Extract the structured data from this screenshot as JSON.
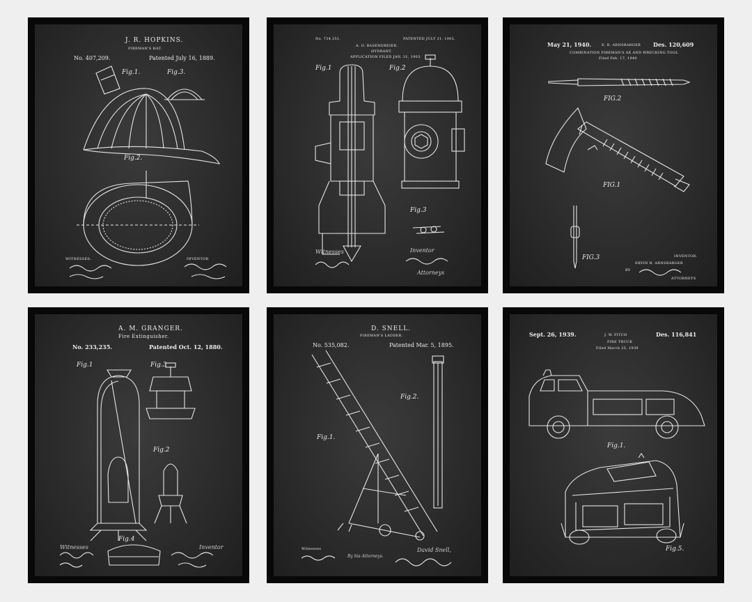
{
  "posters": {
    "hat": {
      "inventor": "J. R. HOPKINS.",
      "title": "FIREMAN'S HAT.",
      "number": "No. 407,209.",
      "patented": "Patented July 16, 1889.",
      "fig1": "Fig.1.",
      "fig2": "Fig.2.",
      "fig3": "Fig.3.",
      "witnesses": "WITNESSES:",
      "inventor_label": "INVENTOR"
    },
    "hydrant": {
      "number": "No. 734,351.",
      "patented": "PATENTED JULY 21, 1903.",
      "inventor": "A. O. BASENDREIER.",
      "title": "HYDRANT.",
      "filed": "APPLICATION FILED JAN. 31, 1903.",
      "fig1": "Fig.1",
      "fig2": "Fig.2",
      "fig3": "Fig.3",
      "witnesses": "Witnesses",
      "inventor_label": "Inventor",
      "attorneys": "Attorneys"
    },
    "axe": {
      "date": "May 21, 1940.",
      "inventor": "E. B. ARNSBARGER",
      "des": "Des. 120,609",
      "title": "COMBINATION FIREMAN'S AX AND WRECKING TOOL",
      "filed": "Filed Feb. 17, 1940",
      "fig1": "FIG.1",
      "fig2": "FIG.2",
      "fig3": "FIG.3",
      "inventor_label": "INVENTOR.",
      "inventor_sig": "ERVIN B. ARNSBARGER",
      "by": "BY",
      "attorneys": "ATTORNEYS"
    },
    "extinguisher": {
      "inventor": "A. M. GRANGER.",
      "title": "Fire Extinguisher.",
      "number": "No. 233,235.",
      "patented": "Patented Oct. 12, 1880.",
      "fig1": "Fig.1",
      "fig2": "Fig.2",
      "fig3": "Fig.3",
      "fig4": "Fig.4",
      "witnesses": "Witnesses",
      "inventor_label": "Inventor"
    },
    "ladder": {
      "inventor": "D. SNELL.",
      "title": "FIREMAN'S LADDER.",
      "number": "No. 535,082.",
      "patented": "Patented Mar. 5, 1895.",
      "fig1": "Fig.1.",
      "fig2": "Fig.2.",
      "witnesses": "Witnesses",
      "inventor_sig": "David Snell,",
      "attorneys": "By his Attorneys."
    },
    "truck": {
      "date": "Sept. 26, 1939.",
      "inventor": "J. W. FITCH",
      "des": "Des. 116,841",
      "title": "FIRE TRUCK",
      "filed": "Filed March 25, 1939",
      "fig1": "Fig.1.",
      "fig5": "Fig.5."
    }
  },
  "colors": {
    "page_bg": "#efefef",
    "frame": "#080808",
    "chalkboard": "#2e2e2e",
    "ink": "#ececec"
  }
}
